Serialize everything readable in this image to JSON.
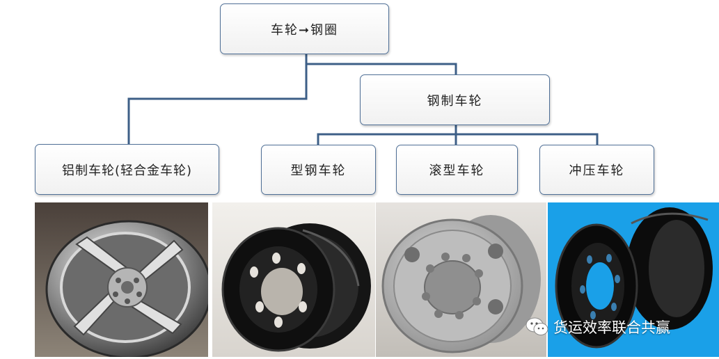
{
  "diagram": {
    "root": "车轮➞钢圈",
    "steel": "钢制车轮",
    "aluminum": "铝制车轮(轻合金车轮)",
    "section_steel": "型钢车轮",
    "rolled": "滚型车轮",
    "stamped": "冲压车轮"
  },
  "photos": [
    {
      "subject": "chrome aluminum alloy wheel",
      "background": "#5a5048"
    },
    {
      "subject": "black steel wheel rim",
      "background": "#e8e6e2"
    },
    {
      "subject": "silver steel wheel",
      "background": "#cfccc8"
    },
    {
      "subject": "black steel wheel on blue",
      "background": "#1aa0e8"
    }
  ],
  "watermark": {
    "icon": "wechat-icon",
    "text": "货运效率联合共赢"
  },
  "colors": {
    "box_border": "#4f6f96",
    "connector": "#3d5f87"
  }
}
